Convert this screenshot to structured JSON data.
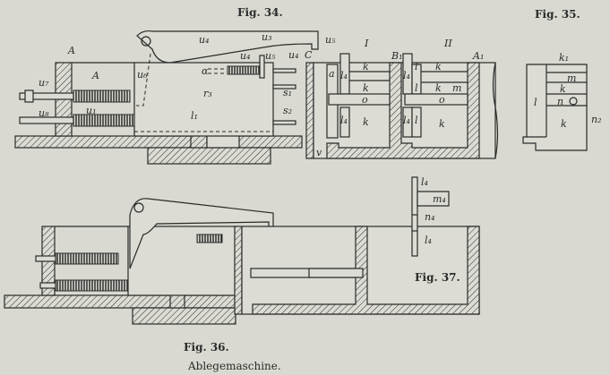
{
  "captions": {
    "fig34": "Fig. 34.",
    "fig35": "Fig. 35.",
    "fig36": "Fig. 36.",
    "fig37": "Fig. 37.",
    "title": "Ablegemaschine."
  },
  "fig34_labels": {
    "A_outer": "A",
    "A_inner": "A",
    "u7": "u₇",
    "u8": "u₈",
    "u1": "u₁",
    "u6": "u₆",
    "u4_lever": "u₄",
    "u3": "u₃",
    "u4_spring": "u₄",
    "u5": "u₅",
    "u4_rod": "u₄",
    "u5_hook": "u₅",
    "C": "C",
    "a_slot": "α",
    "r3": "r₃",
    "s1": "s₁",
    "s2": "s₂",
    "l1": "l₁",
    "I": "I",
    "II": "II",
    "B1": "B₁",
    "A1": "A₁",
    "a": "a",
    "k1": "k",
    "k2": "k",
    "k3": "k",
    "k4": "k",
    "k5": "k",
    "k6": "k",
    "o1": "o",
    "o2": "o",
    "l4a": "l₄",
    "l4b": "l₄",
    "l4c": "l₄",
    "l4d": "l₄",
    "l_a": "l",
    "l_b": "l",
    "l_c": "l",
    "m": "m",
    "v": "v"
  },
  "fig35_labels": {
    "k1": "k₁",
    "m": "m",
    "k_a": "k",
    "l": "l",
    "n": "n",
    "n2": "n₂",
    "k_b": "k"
  },
  "fig37_labels": {
    "l4_top": "l₄",
    "m4": "m₄",
    "n4": "n₄",
    "l4_bottom": "l₄"
  }
}
